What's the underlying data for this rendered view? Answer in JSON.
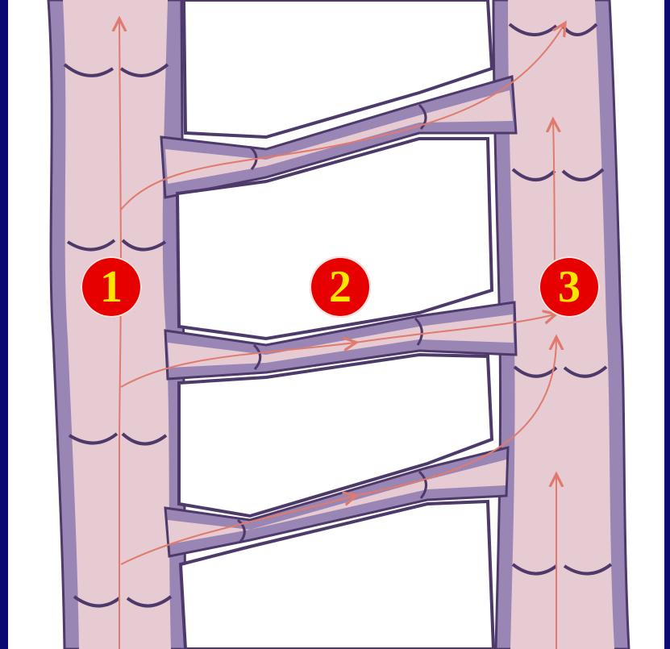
{
  "badges": [
    {
      "label": "1"
    },
    {
      "label": "2"
    },
    {
      "label": "3"
    }
  ],
  "colors": {
    "background": "#0a0a72",
    "vessel_fill": "#e6cbd3",
    "vessel_wall": "#9a86b4",
    "wall_edge": "#4d3a6a",
    "flow_arrow": "#e07a6c",
    "badge_fill": "#e60000",
    "badge_text": "#ffe600"
  }
}
